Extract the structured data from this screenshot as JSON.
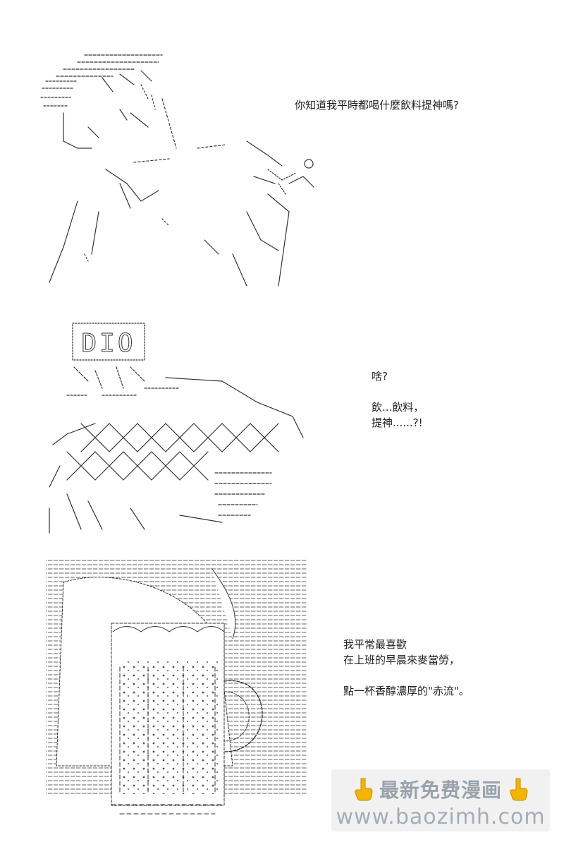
{
  "panels": [
    {
      "art_icon": "ascii-art-man-with-hat-icon",
      "dialogue": [
        "你知道我平時都喝什麼飲料提神嗎?"
      ]
    },
    {
      "art_icon": "ascii-art-muscular-man-dio-headband-icon",
      "art_text": "DIO",
      "dialogue": [
        "啥?",
        "",
        "飲...飲料，",
        "提神......?!"
      ]
    },
    {
      "art_icon": "ascii-art-beer-mug-icon",
      "dialogue": [
        "我平常最喜歡",
        "在上班的早晨來麥當勞，",
        "",
        "點一杯香醇濃厚的\"赤流\"。"
      ]
    }
  ],
  "watermark": {
    "line1": "最新免费漫画",
    "line2": "www.baozimh.com",
    "icon": "pointing-hand-icon",
    "color": "#a4adb6"
  }
}
